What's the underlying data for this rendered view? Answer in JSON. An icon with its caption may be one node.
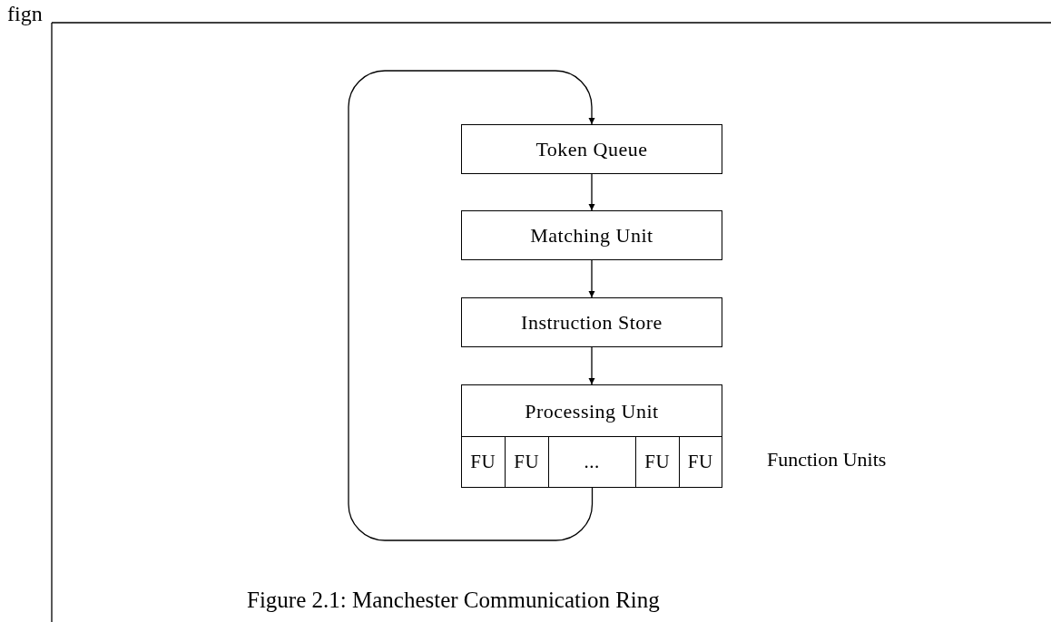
{
  "diagram": {
    "caption": "Figure 2.1: Manchester Communication Ring",
    "nodes": [
      {
        "text": [
          "Token Queue"
        ]
      },
      {
        "text": [
          "Matching Unit"
        ]
      },
      {
        "text": [
          "Instruction Store"
        ]
      },
      {
        "text": [
          "Processing Unit"
        ]
      },
      {
        "text": [
          "FU"
        ],
        "in": 3
      },
      {
        "text": [
          "FU"
        ],
        "in": 3
      },
      {
        "text": [
          "..."
        ],
        "in": 3
      },
      {
        "text": [
          "FU"
        ],
        "in": 3
      },
      {
        "text": [
          "FU"
        ],
        "in": 3
      }
    ],
    "edges": [
      {
        "from": 0,
        "to": 1,
        "arrow": "to"
      },
      {
        "from": 1,
        "to": 2,
        "arrow": "to"
      },
      {
        "from": 2,
        "to": 3,
        "arrow": "to"
      },
      {
        "from": 6,
        "to": 0,
        "arrow": "to"
      }
    ],
    "labels": [
      "fign",
      "Function Units"
    ]
  }
}
